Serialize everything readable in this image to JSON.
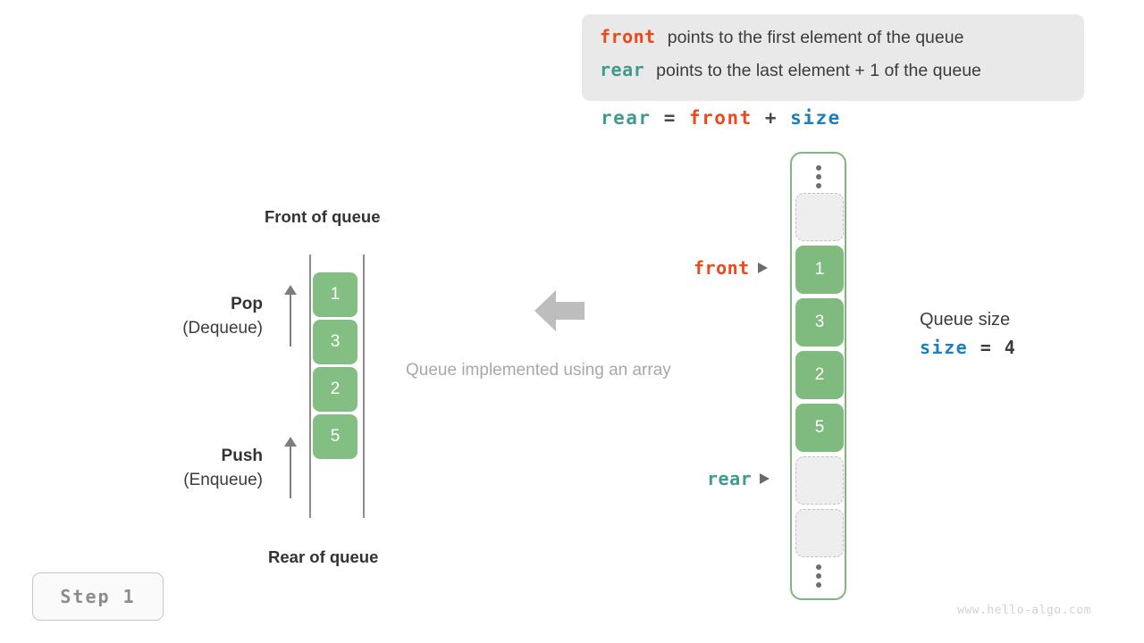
{
  "legend": {
    "lines": [
      {
        "keyword": "front",
        "text": "points to the first element of the queue",
        "color": "#ec4a1d"
      },
      {
        "keyword": "rear",
        "text": "points to the last element + 1 of the queue",
        "color": "#3d9c8c"
      }
    ]
  },
  "formula": {
    "lhs": "rear",
    "eq": "=",
    "rhs1": "front",
    "plus": "+",
    "rhs2": "size"
  },
  "left_diagram": {
    "front_label": "Front of queue",
    "rear_label": "Rear of queue",
    "pop": {
      "title": "Pop",
      "subtitle": "(Dequeue)"
    },
    "push": {
      "title": "Push",
      "subtitle": "(Enqueue)"
    },
    "cells": [
      "1",
      "3",
      "2",
      "5"
    ]
  },
  "center": {
    "caption": "Queue implemented using an array",
    "arrow_direction": "left"
  },
  "array_column": {
    "slots": [
      {
        "type": "empty",
        "value": ""
      },
      {
        "type": "filled",
        "value": "1"
      },
      {
        "type": "filled",
        "value": "3"
      },
      {
        "type": "filled",
        "value": "2"
      },
      {
        "type": "filled",
        "value": "5"
      },
      {
        "type": "empty",
        "value": ""
      },
      {
        "type": "empty",
        "value": ""
      }
    ],
    "pointers": {
      "front": "front",
      "rear": "rear"
    }
  },
  "queue_size": {
    "title": "Queue size",
    "var": "size",
    "eq": "=",
    "value": "4"
  },
  "step_badge": {
    "label": "Step 1"
  },
  "watermark": {
    "text": "www.hello-algo.com"
  },
  "colors": {
    "front": "#ec4a1d",
    "rear": "#3d9c8c",
    "size": "#1a7fc1",
    "cell_green": "#7fba7f",
    "empty_gray": "#eeeeee",
    "panel_gray": "#e9e9e9",
    "muted_text": "#a8a8a8"
  }
}
